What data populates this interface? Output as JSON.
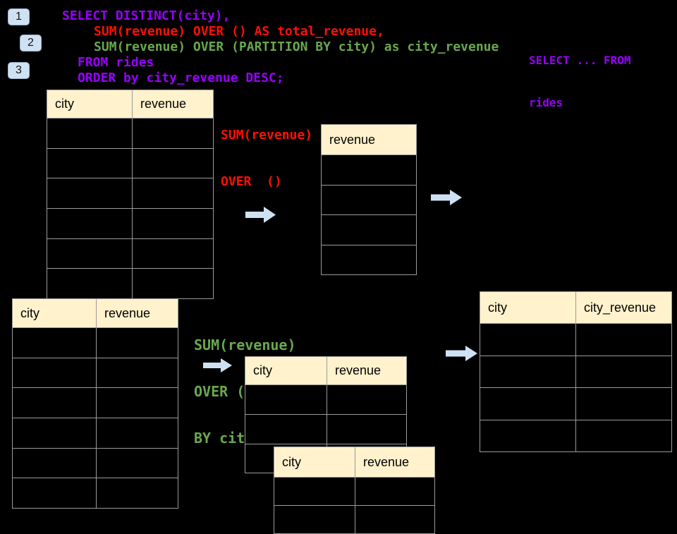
{
  "steps": [
    {
      "label": "1"
    },
    {
      "label": "2"
    },
    {
      "label": "3"
    }
  ],
  "sql_code": {
    "line1": "SELECT DISTINCT(city),",
    "line2": "SUM(revenue) OVER () AS total_revenue,",
    "line3": "SUM(revenue) OVER (PARTITION BY city) as city_revenue",
    "line4": "FROM rides",
    "line5": "ORDER by city_revenue DESC;"
  },
  "from_note": {
    "line1": "SELECT ... FROM",
    "line2": "rides"
  },
  "total_revenue_label": {
    "line1": "SUM(revenue)",
    "line2": "OVER  ()"
  },
  "city_revenue_label": {
    "line1": "SUM(revenue)",
    "line2": "OVER (PARTITION",
    "line3": "BY city)"
  },
  "tables": {
    "source_top": {
      "headers": [
        "city",
        "revenue"
      ],
      "row_count": 6
    },
    "total_result": {
      "headers": [
        "revenue"
      ],
      "row_count": 4
    },
    "source_bottom": {
      "headers": [
        "city",
        "revenue"
      ],
      "row_count": 6
    },
    "partition_mid": {
      "headers": [
        "city",
        "revenue"
      ],
      "row_count": 3
    },
    "partition_overlay": {
      "headers": [
        "city",
        "revenue"
      ],
      "row_count": 2
    },
    "city_revenue_result": {
      "headers": [
        "city",
        "city_revenue"
      ],
      "row_count": 4
    }
  },
  "colors": {
    "background": "#000000",
    "sql_keyword_purple": "#9900ff",
    "total_revenue_red": "#ff1005",
    "partition_green": "#6aa84f",
    "table_header_fill": "#fff2cc",
    "table_border": "#9b9b9b",
    "arrow_fill": "#cfe2f3",
    "badge_fill": "#cfe2f3"
  }
}
